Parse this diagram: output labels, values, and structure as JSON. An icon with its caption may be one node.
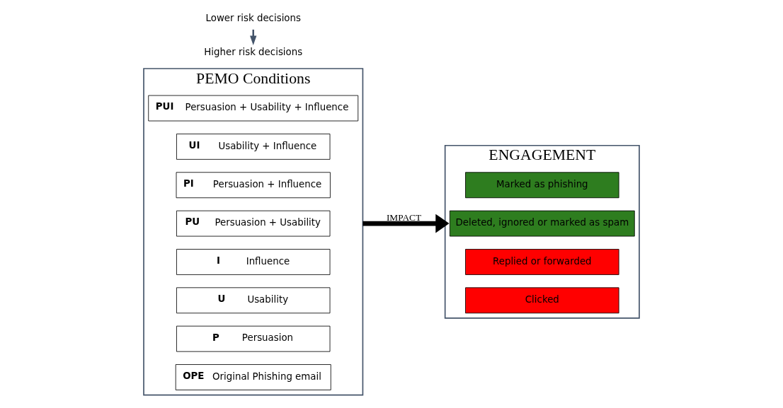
{
  "diagram": {
    "nodes": [
      {
        "text": [
          "PEMO Conditions"
        ]
      },
      {
        "text": [
          "OPE",
          "Original Phishing email"
        ],
        "in": 0
      },
      {
        "text": [
          "P",
          "Persuasion"
        ],
        "in": 0
      },
      {
        "text": [
          "U",
          "Usability"
        ],
        "in": 0
      },
      {
        "text": [
          "I",
          "Influence"
        ],
        "in": 0
      },
      {
        "text": [
          "PU",
          "Persuasion + Usability"
        ],
        "in": 0
      },
      {
        "text": [
          "PI",
          "Persuasion + Influence"
        ],
        "in": 0
      },
      {
        "text": [
          "UI",
          "Usability + Influence"
        ],
        "in": 0
      },
      {
        "text": [
          "PUI",
          "Persuasion + Usability + Influence"
        ],
        "in": 0
      },
      {
        "text": [
          "ENGAGEMENT"
        ]
      },
      {
        "text": [
          "Clicked"
        ],
        "in": 9
      },
      {
        "text": [
          "Replied or forwarded"
        ],
        "in": 9
      },
      {
        "text": [
          "Deleted, ignored or marked as spam"
        ],
        "in": 9
      },
      {
        "text": [
          "Marked as phishing"
        ],
        "in": 9
      },
      {
        "text": [
          "Higher risk decisions"
        ]
      },
      {
        "text": [
          "Lower risk decisions"
        ]
      }
    ],
    "edges": [
      {
        "from": 0,
        "to": 9,
        "arrow": "to",
        "label": "IMPACT",
        "style": "thick",
        "color": "#000000"
      },
      {
        "from": 15,
        "to": 14,
        "arrow": "to",
        "color": "#44546a"
      }
    ]
  }
}
